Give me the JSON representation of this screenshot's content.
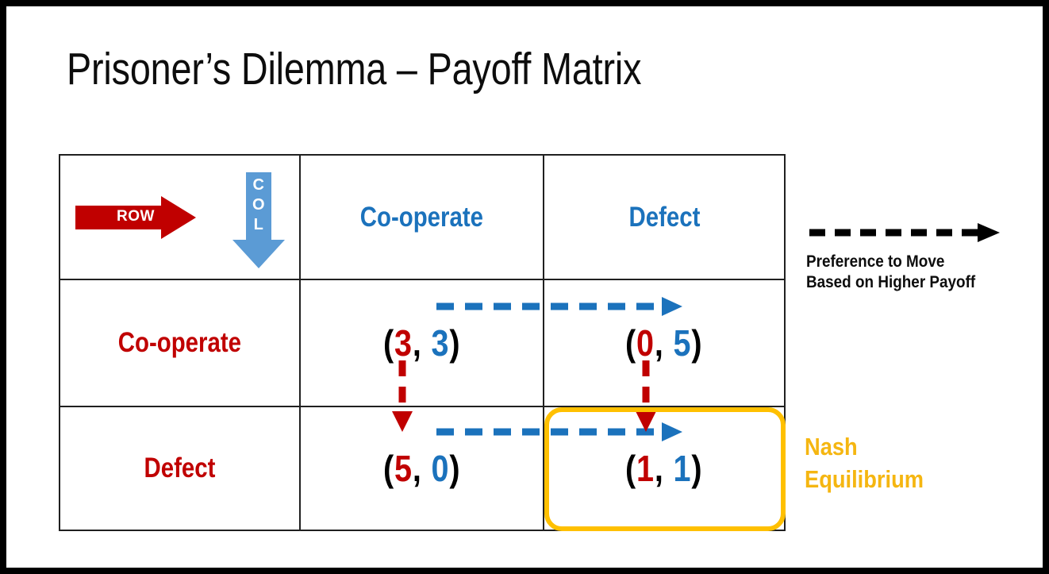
{
  "slide": {
    "title": "Prisoner’s Dilemma – Payoff Matrix",
    "frame_color": "#000000",
    "background_color": "#ffffff"
  },
  "colors": {
    "row_player": "#c00000",
    "col_player": "#1b72bc",
    "nash_highlight": "#ffc000",
    "nash_text": "#f5b611",
    "col_arrow_fill": "#5b9bd5",
    "row_arrow_fill": "#c00000",
    "grid_line": "#202020",
    "legend_arrow": "#000000"
  },
  "matrix": {
    "row_axis": {
      "label": "ROW",
      "icon": "right-arrow-block"
    },
    "col_axis": {
      "label": "COL",
      "letters": [
        "C",
        "O",
        "L"
      ],
      "icon": "down-arrow-block"
    },
    "column_headers": [
      "Co-operate",
      "Defect"
    ],
    "row_headers": [
      "Co-operate",
      "Defect"
    ],
    "cells": [
      [
        {
          "row_payoff": "3",
          "col_payoff": "3",
          "text": "(3, 3)",
          "is_nash": false
        },
        {
          "row_payoff": "0",
          "col_payoff": "5",
          "text": "(0, 5)",
          "is_nash": false
        }
      ],
      [
        {
          "row_payoff": "5",
          "col_payoff": "0",
          "text": "(5, 0)",
          "is_nash": false
        },
        {
          "row_payoff": "1",
          "col_payoff": "1",
          "text": "(1, 1)",
          "is_nash": true
        }
      ]
    ],
    "open_paren": "(",
    "close_paren": ")",
    "separator": ", "
  },
  "annotations": {
    "nash_label_line1": "Nash",
    "nash_label_line2": "Equilibrium",
    "legend_line1": "Preference to Move",
    "legend_line2": "Based on Higher Payoff"
  },
  "chart_data": {
    "type": "table",
    "title": "Prisoner’s Dilemma – Payoff Matrix",
    "row_player": "ROW",
    "col_player": "COL",
    "strategies": [
      "Co-operate",
      "Defect"
    ],
    "payoffs": {
      "Co-operate,Co-operate": [
        3,
        3
      ],
      "Co-operate,Defect": [
        0,
        5
      ],
      "Defect,Co-operate": [
        5,
        0
      ],
      "Defect,Defect": [
        1,
        1
      ]
    },
    "nash_equilibrium": "Defect,Defect",
    "best_response_arrows": [
      {
        "player": "COL",
        "from": "Co-operate,Co-operate",
        "to": "Co-operate,Defect",
        "color": "#1b72bc"
      },
      {
        "player": "COL",
        "from": "Defect,Co-operate",
        "to": "Defect,Defect",
        "color": "#1b72bc"
      },
      {
        "player": "ROW",
        "from": "Co-operate,Co-operate",
        "to": "Defect,Co-operate",
        "color": "#c00000"
      },
      {
        "player": "ROW",
        "from": "Co-operate,Defect",
        "to": "Defect,Defect",
        "color": "#c00000"
      }
    ],
    "legend": "Preference to Move Based on Higher Payoff"
  }
}
